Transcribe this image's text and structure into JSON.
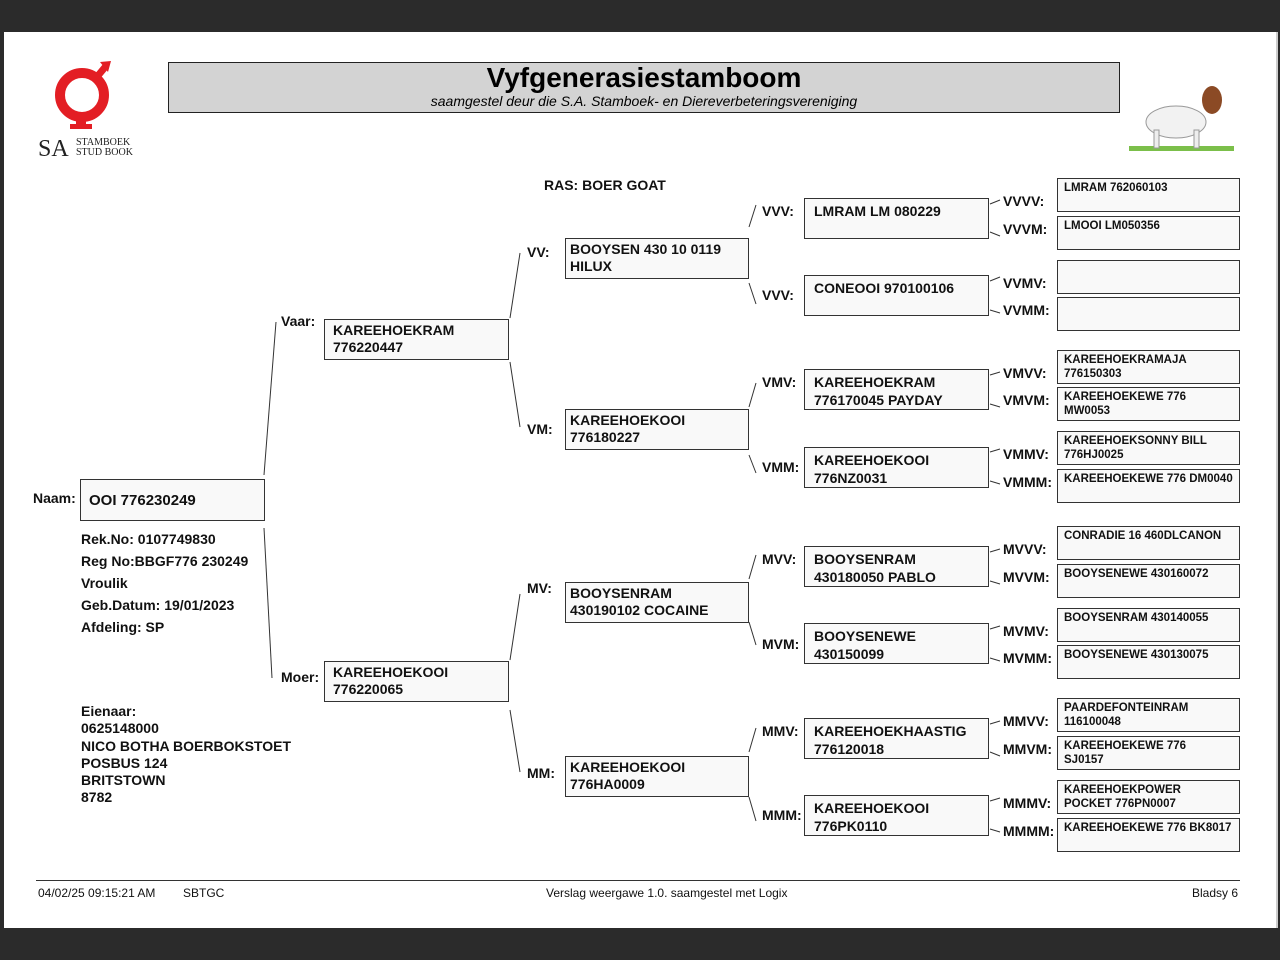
{
  "header": {
    "title": "Vyfgenerasiestamboom",
    "subtitle": "saamgestel deur die S.A. Stamboek- en Diereverbeteringsvereniging",
    "logo_text": "SA STAMBOEK STUD BOOK"
  },
  "breed": "RAS: BOER GOAT",
  "animal": {
    "label": "Naam:",
    "name": "OOI 776230249",
    "rek_no": "Rek.No: 0107749830",
    "reg_no": "Reg No:BBGF776 230249",
    "sex": "Vroulik",
    "birth": "Geb.Datum: 19/01/2023",
    "section": "Afdeling: SP"
  },
  "owner": {
    "label": "Eienaar:",
    "lines": [
      "0625148000",
      "NICO BOTHA BOERBOKSTOET",
      "POSBUS 124",
      "BRITSTOWN",
      "8782"
    ]
  },
  "pedigree": {
    "V": {
      "label": "Vaar:",
      "l1": "KAREEHOEKRAM",
      "l2": "776220447"
    },
    "M": {
      "label": "Moer:",
      "l1": "KAREEHOEKOOI",
      "l2": "776220065"
    },
    "VV": {
      "label": "VV:",
      "l1": "BOOYSEN 430 10 0119",
      "l2": "HILUX"
    },
    "VM": {
      "label": "VM:",
      "l1": "KAREEHOEKOOI",
      "l2": "776180227"
    },
    "MV": {
      "label": "MV:",
      "l1": "BOOYSENRAM",
      "l2": "430190102 COCAINE"
    },
    "MM": {
      "label": "MM:",
      "l1": "KAREEHOEKOOI",
      "l2": "776HA0009"
    },
    "VVV": {
      "label": "VVV:",
      "l1": "LMRAM LM 080229",
      "l2": ""
    },
    "VVM": {
      "label": "VVV:",
      "l1": "CONEOOI 970100106",
      "l2": ""
    },
    "VMV": {
      "label": "VMV:",
      "l1": "KAREEHOEKRAM",
      "l2": "776170045 PAYDAY"
    },
    "VMM": {
      "label": "VMM:",
      "l1": "KAREEHOEKOOI",
      "l2": "776NZ0031"
    },
    "MVV": {
      "label": "MVV:",
      "l1": "BOOYSENRAM",
      "l2": "430180050 PABLO"
    },
    "MVM": {
      "label": "MVM:",
      "l1": "BOOYSENEWE",
      "l2": "430150099"
    },
    "MMV": {
      "label": "MMV:",
      "l1": "KAREEHOEKHAASTIG",
      "l2": "776120018"
    },
    "MMM": {
      "label": "MMM:",
      "l1": "KAREEHOEKOOI",
      "l2": "776PK0110"
    },
    "VVVV": {
      "label": "VVVV:",
      "l1": "LMRAM 762060103",
      "l2": ""
    },
    "VVVM": {
      "label": "VVVM:",
      "l1": "LMOOI LM050356",
      "l2": ""
    },
    "VVMV": {
      "label": "VVMV:",
      "l1": "",
      "l2": ""
    },
    "VVMM": {
      "label": "VVMM:",
      "l1": "",
      "l2": ""
    },
    "VMVV": {
      "label": "VMVV:",
      "l1": "KAREEHOEKRAMAJA",
      "l2": "776150303"
    },
    "VMVM": {
      "label": "VMVM:",
      "l1": "KAREEHOEKEWE 776",
      "l2": "MW0053"
    },
    "VMMV": {
      "label": "VMMV:",
      "l1": "KAREEHOEKSONNY BILL",
      "l2": "776HJ0025"
    },
    "VMMM": {
      "label": "VMMM:",
      "l1": "KAREEHOEKEWE 776 DM0040",
      "l2": ""
    },
    "MVVV": {
      "label": "MVVV:",
      "l1": "CONRADIE 16 460DLCANON",
      "l2": ""
    },
    "MVVM": {
      "label": "MVVM:",
      "l1": "BOOYSENEWE 430160072",
      "l2": ""
    },
    "MVMV": {
      "label": "MVMV:",
      "l1": "BOOYSENRAM 430140055",
      "l2": ""
    },
    "MVMM": {
      "label": "MVMM:",
      "l1": "BOOYSENEWE 430130075",
      "l2": ""
    },
    "MMVV": {
      "label": "MMVV:",
      "l1": "PAARDEFONTEINRAM",
      "l2": "116100048"
    },
    "MMVM": {
      "label": "MMVM:",
      "l1": "KAREEHOEKEWE 776",
      "l2": "SJ0157"
    },
    "MMMV": {
      "label": "MMMV:",
      "l1": "KAREEHOEKPOWER",
      "l2": "POCKET 776PN0007"
    },
    "MMMM": {
      "label": "MMMM:",
      "l1": "KAREEHOEKEWE 776 BK8017",
      "l2": ""
    }
  },
  "footer": {
    "datetime": "04/02/25 09:15:21 AM",
    "code": "SBTGC",
    "report": "Verslag weergawe 1.0. saamgestel met Logix",
    "page": "Bladsy 6"
  },
  "colors": {
    "logo_red": "#e31e24",
    "title_bg": "#d3d3d3"
  }
}
